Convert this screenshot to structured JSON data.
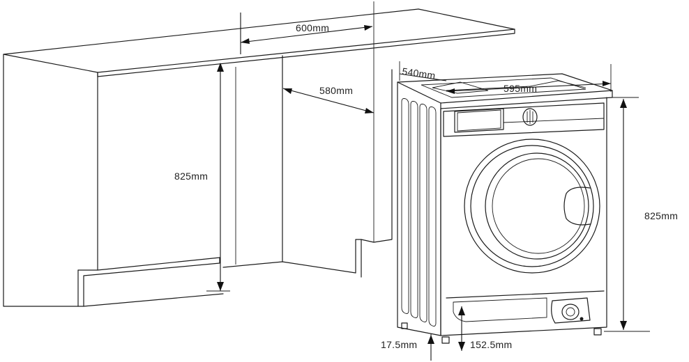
{
  "dimensions": {
    "cabinet_width": "600mm",
    "cabinet_depth": "580mm",
    "cabinet_height": "825mm",
    "machine_depth": "540mm",
    "machine_width": "595mm",
    "machine_height": "825mm",
    "base_clearance": "17.5mm",
    "plinth_height": "152.5mm"
  },
  "colors": {
    "line": "#1a1a1a",
    "background": "#ffffff"
  }
}
